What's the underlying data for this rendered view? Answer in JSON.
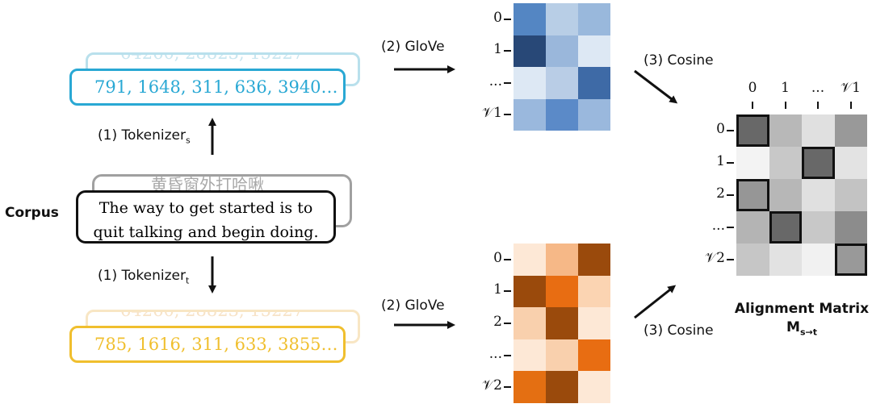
{
  "corpus": {
    "label": "Corpus",
    "text_line1": "The way to get started is to",
    "text_line2": "quit talking and begin doing.",
    "ghost_text": "黄昏窗外打哈啾"
  },
  "source": {
    "tokenizer_label": "(1) Tokenizer",
    "tokenizer_sub": "s",
    "tokens": "791, 1648, 311, 636, 3940…",
    "ghost_tokens": "64260, 28823, 15227",
    "glove_label": "(2) GloVe",
    "cosine_label": "(3) Cosine",
    "row_labels": [
      "0",
      "1",
      "...",
      "𝒱1"
    ],
    "colors": {
      "box": "#29a8d4",
      "ghost": "#b9e0ec"
    }
  },
  "target": {
    "tokenizer_label": "(1) Tokenizer",
    "tokenizer_sub": "t",
    "tokens": "785, 1616, 311, 633, 3855…",
    "ghost_tokens": "64260, 28823, 15227",
    "glove_label": "(2) GloVe",
    "cosine_label": "(3) Cosine",
    "row_labels": [
      "0",
      "1",
      "2",
      "...",
      "𝒱2"
    ],
    "colors": {
      "box": "#f0bf2e",
      "ghost": "#f8e6c4"
    }
  },
  "alignment": {
    "title": "Alignment Matrix",
    "symbol": "M",
    "symbol_sub": "s→t",
    "col_labels": [
      "0",
      "1",
      "...",
      "𝒱1"
    ],
    "row_labels": [
      "0",
      "1",
      "2",
      "...",
      "𝒱2"
    ]
  },
  "blue_matrix": [
    [
      "#5486c3",
      "#b8cee6",
      "#99b8dc"
    ],
    [
      "#284877",
      "#9ab7db",
      "#dde8f4"
    ],
    [
      "#dde8f4",
      "#b9cde6",
      "#3e6aa6"
    ],
    [
      "#9ab8dd",
      "#5b8ac8",
      "#9ab8dd"
    ]
  ],
  "orange_matrix": [
    [
      "#fde8d6",
      "#f6b887",
      "#9a4a0c"
    ],
    [
      "#9a4a0c",
      "#e86d12",
      "#fbd4b2"
    ],
    [
      "#f9d0ad",
      "#9a4a0c",
      "#fde8d6"
    ],
    [
      "#fde8d6",
      "#f9d0ad",
      "#e86d12"
    ],
    [
      "#e46f12",
      "#9a4a0c",
      "#fde8d6"
    ]
  ],
  "gray_matrix": [
    [
      "#686868",
      "#b8b8b8",
      "#e0e0e0",
      "#999999"
    ],
    [
      "#f3f3f3",
      "#c8c8c8",
      "#686868",
      "#e3e3e3"
    ],
    [
      "#969696",
      "#b7b7b7",
      "#e0e0e0",
      "#c3c3c3"
    ],
    [
      "#b4b4b4",
      "#686868",
      "#c8c8c8",
      "#8c8c8c"
    ],
    [
      "#c6c6c6",
      "#e2e2e2",
      "#f1f1f1",
      "#999999"
    ]
  ],
  "highlighted_cells": [
    [
      0,
      0
    ],
    [
      1,
      2
    ],
    [
      2,
      0
    ],
    [
      3,
      1
    ],
    [
      4,
      3
    ]
  ]
}
